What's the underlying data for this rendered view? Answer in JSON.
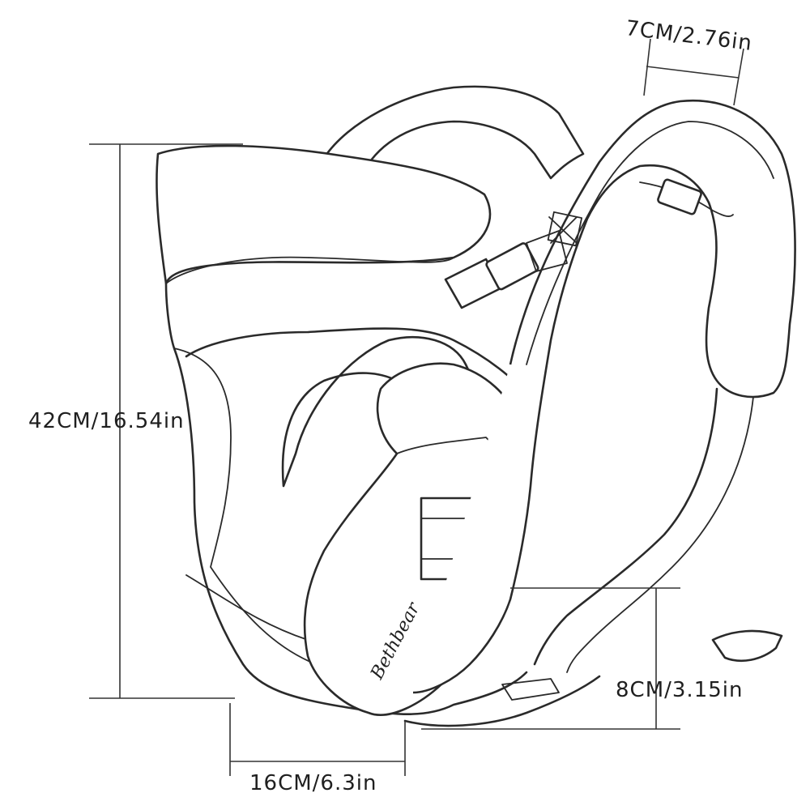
{
  "dimensions": {
    "height": "42CM/16.54in",
    "strap_width": "7CM/2.76in",
    "waist_belt_width": "8CM/3.15in",
    "base_depth": "16CM/6.3in"
  },
  "brand_logo_text": "Bethbear",
  "colors": {
    "line": "#2a2a2a",
    "background": "#ffffff"
  }
}
